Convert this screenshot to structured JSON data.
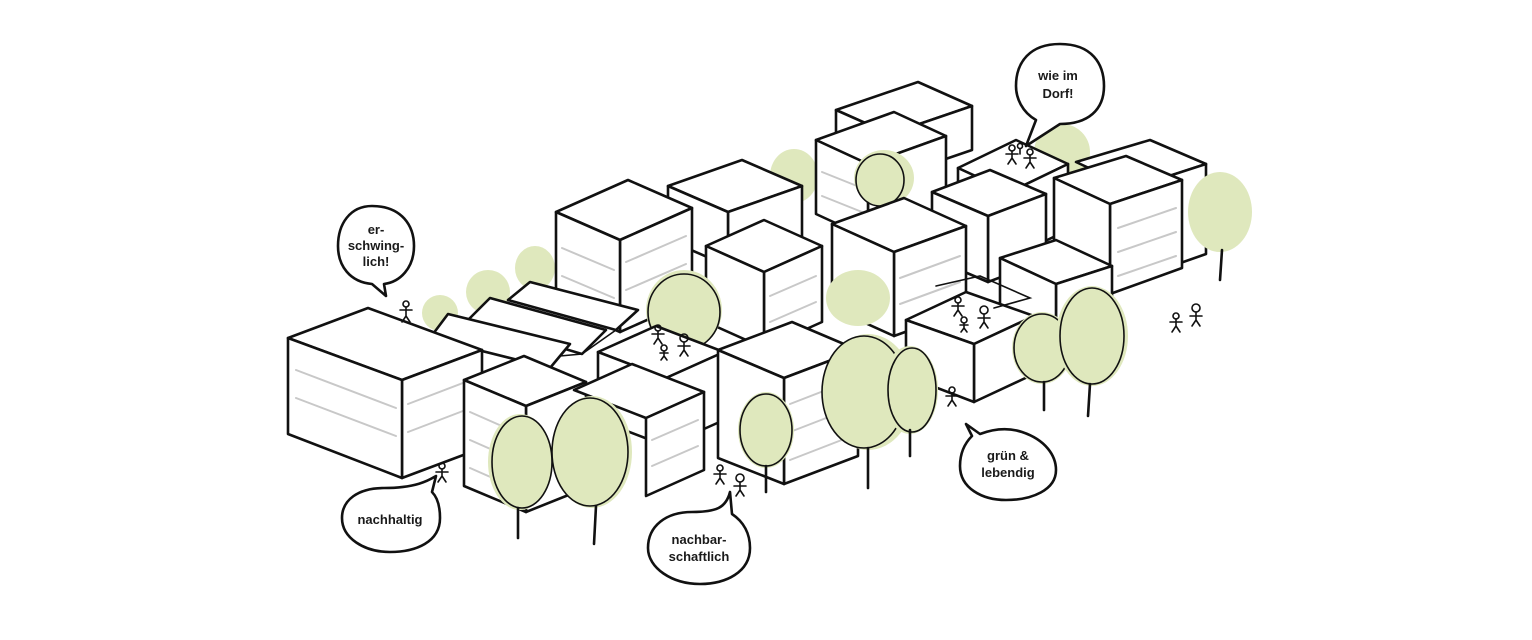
{
  "bubbles": {
    "erschwinglich": [
      "er-",
      "schwing-",
      "lich!"
    ],
    "wie_im_dorf": [
      "wie im",
      "Dorf!"
    ],
    "nachhaltig": [
      "nachhaltig"
    ],
    "nachbarschaftlich": [
      "nachbar-",
      "schaftlich"
    ],
    "gruen_lebendig": [
      "grün &",
      "lebendig"
    ]
  },
  "colors": {
    "tree_fill": "#dfe8bd",
    "ink": "#111111",
    "floor_lines": "#c8c8c8"
  }
}
